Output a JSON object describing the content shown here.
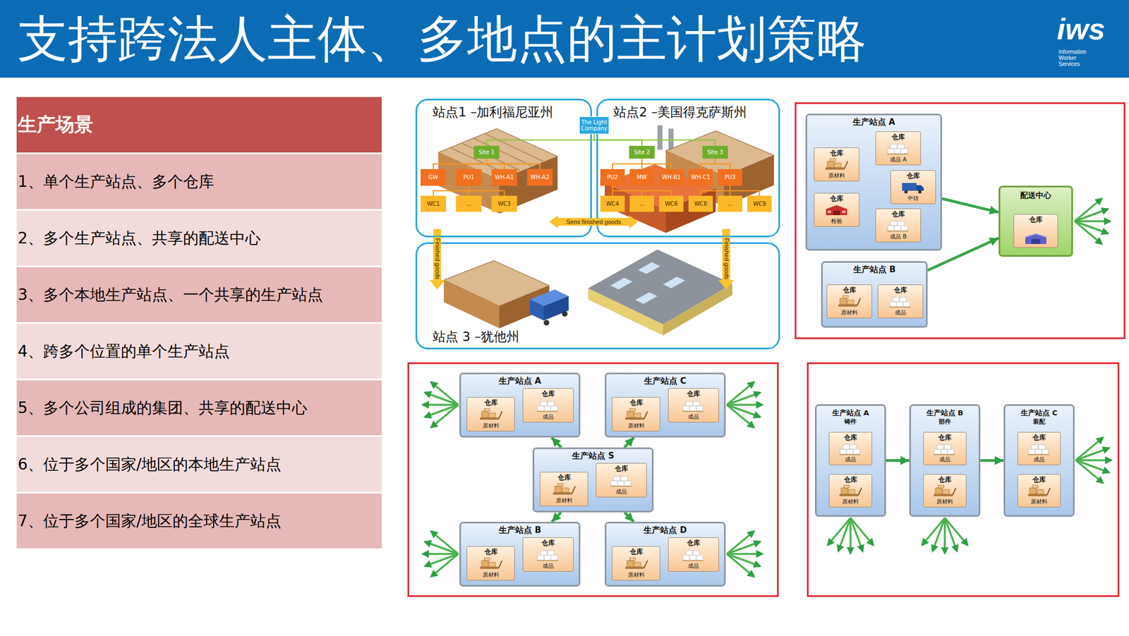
{
  "diagram": {
    "title": "支持跨法人主体、多地点的主计划策略",
    "nodes": [
      {
        "text": [
          "生产场景"
        ]
      },
      {
        "text": [
          "1、单个生产站点、多个仓库"
        ]
      },
      {
        "text": [
          "2、多个生产站点、共享的配送中心"
        ]
      },
      {
        "text": [
          "3、多个本地生产站点、一个共享的生产站点"
        ]
      },
      {
        "text": [
          "4、跨多个位置的单个生产站点"
        ]
      },
      {
        "text": [
          "5、多个公司组成的集团、共享的配送中心"
        ]
      },
      {
        "text": [
          "6、位于多个国家/地区的本地生产站点"
        ]
      },
      {
        "text": [
          "7、位于多个国家/地区的全球生产站点"
        ]
      },
      {
        "text": [
          "站点1 –加利福尼亚州"
        ]
      },
      {
        "text": [
          "站点2 –美国得克萨斯州"
        ]
      },
      {
        "text": [
          "The Light Company"
        ]
      },
      {
        "text": [
          "Site 1"
        ],
        "in": 8
      },
      {
        "text": [
          "Site 2"
        ],
        "in": 9
      },
      {
        "text": [
          "Site 3"
        ],
        "in": 9
      },
      {
        "text": [
          "GW"
        ],
        "in": 8
      },
      {
        "text": [
          "PU1"
        ],
        "in": 8
      },
      {
        "text": [
          "WH-A1"
        ],
        "in": 8
      },
      {
        "text": [
          "WH-A2"
        ],
        "in": 8
      },
      {
        "text": [
          "PU2"
        ],
        "in": 9
      },
      {
        "text": [
          "MW"
        ],
        "in": 9
      },
      {
        "text": [
          "WH-B1"
        ],
        "in": 9
      },
      {
        "text": [
          "WH-C1"
        ],
        "in": 9
      },
      {
        "text": [
          "PU3"
        ],
        "in": 9
      },
      {
        "text": [
          "WC1"
        ],
        "in": 8
      },
      {
        "text": [
          "..."
        ],
        "in": 8
      },
      {
        "text": [
          "WC3"
        ],
        "in": 8
      },
      {
        "text": [
          "WC4"
        ],
        "in": 9
      },
      {
        "text": [
          "..."
        ],
        "in": 9
      },
      {
        "text": [
          "WC6"
        ],
        "in": 9
      },
      {
        "text": [
          "WC8"
        ],
        "in": 9
      },
      {
        "text": [
          "..."
        ],
        "in": 9
      },
      {
        "text": [
          "WC9"
        ],
        "in": 9
      },
      {
        "text": [
          "站点 3 –犹他州"
        ]
      },
      {
        "text": [
          "生产站点 A"
        ]
      },
      {
        "text": [
          "仓库",
          "成品 A"
        ],
        "in": 33
      },
      {
        "text": [
          "仓库",
          "原材料"
        ],
        "in": 33
      },
      {
        "text": [
          "仓库",
          "中转"
        ],
        "in": 33
      },
      {
        "text": [
          "仓库",
          "检验"
        ],
        "in": 33
      },
      {
        "text": [
          "仓库",
          "成品 B"
        ],
        "in": 33
      },
      {
        "text": [
          "配送中心"
        ]
      },
      {
        "text": [
          "仓库"
        ],
        "in": 39
      },
      {
        "text": [
          "生产站点 B"
        ]
      },
      {
        "text": [
          "仓库",
          "原材料"
        ],
        "in": 41
      },
      {
        "text": [
          "仓库",
          "成品"
        ],
        "in": 41
      },
      {
        "text": [
          "生产站点 A"
        ]
      },
      {
        "text": [
          "仓库",
          "成品"
        ],
        "in": 44
      },
      {
        "text": [
          "仓库",
          "原材料"
        ],
        "in": 44
      },
      {
        "text": [
          "生产站点 C"
        ]
      },
      {
        "text": [
          "仓库",
          "成品"
        ],
        "in": 47
      },
      {
        "text": [
          "仓库",
          "原材料"
        ],
        "in": 47
      },
      {
        "text": [
          "生产站点 S"
        ]
      },
      {
        "text": [
          "仓库",
          "成品"
        ],
        "in": 50
      },
      {
        "text": [
          "仓库",
          "原材料"
        ],
        "in": 50
      },
      {
        "text": [
          "生产站点 B"
        ]
      },
      {
        "text": [
          "仓库",
          "成品"
        ],
        "in": 53
      },
      {
        "text": [
          "仓库",
          "原材料"
        ],
        "in": 53
      },
      {
        "text": [
          "生产站点 D"
        ]
      },
      {
        "text": [
          "仓库",
          "成品"
        ],
        "in": 56
      },
      {
        "text": [
          "仓库",
          "原材料"
        ],
        "in": 56
      },
      {
        "text": [
          "生产站点 A",
          "铸件"
        ]
      },
      {
        "text": [
          "仓库",
          "成品"
        ],
        "in": 59
      },
      {
        "text": [
          "仓库",
          "原材料"
        ],
        "in": 59
      },
      {
        "text": [
          "生产站点 B",
          "部件"
        ]
      },
      {
        "text": [
          "仓库",
          "成品"
        ],
        "in": 62
      },
      {
        "text": [
          "仓库",
          "原材料"
        ],
        "in": 62
      },
      {
        "text": [
          "生产站点 C",
          "装配"
        ]
      },
      {
        "text": [
          "仓库",
          "成品"
        ],
        "in": 65
      },
      {
        "text": [
          "仓库",
          "原材料"
        ],
        "in": 65
      }
    ],
    "edges": [
      {
        "from": 10,
        "to": 11,
        "arrow": "none"
      },
      {
        "from": 10,
        "to": 12,
        "arrow": "none"
      },
      {
        "from": 10,
        "to": 13,
        "arrow": "none"
      },
      {
        "from": 11,
        "to": 14,
        "arrow": "none"
      },
      {
        "from": 11,
        "to": 15,
        "arrow": "none"
      },
      {
        "from": 11,
        "to": 16,
        "arrow": "none"
      },
      {
        "from": 11,
        "to": 17,
        "arrow": "none"
      },
      {
        "from": 12,
        "to": 18,
        "arrow": "none"
      },
      {
        "from": 12,
        "to": 19,
        "arrow": "none"
      },
      {
        "from": 12,
        "to": 20,
        "arrow": "none"
      },
      {
        "from": 13,
        "to": 21,
        "arrow": "none"
      },
      {
        "from": 13,
        "to": 22,
        "arrow": "none"
      },
      {
        "from": 15,
        "to": 23,
        "arrow": "none"
      },
      {
        "from": 15,
        "to": 24,
        "arrow": "none"
      },
      {
        "from": 15,
        "to": 25,
        "arrow": "none"
      },
      {
        "from": 18,
        "to": 26,
        "arrow": "none"
      },
      {
        "from": 18,
        "to": 27,
        "arrow": "none"
      },
      {
        "from": 18,
        "to": 28,
        "arrow": "none"
      },
      {
        "from": 22,
        "to": 29,
        "arrow": "none"
      },
      {
        "from": 22,
        "to": 30,
        "arrow": "none"
      },
      {
        "from": 22,
        "to": 31,
        "arrow": "none"
      },
      {
        "from": 33,
        "to": 39,
        "arrow": "to"
      },
      {
        "from": 41,
        "to": 39,
        "arrow": "to"
      },
      {
        "from": 50,
        "to": 44,
        "arrow": "to"
      },
      {
        "from": 50,
        "to": 47,
        "arrow": "to"
      },
      {
        "from": 50,
        "to": 53,
        "arrow": "to"
      },
      {
        "from": 50,
        "to": 56,
        "arrow": "to"
      },
      {
        "from": 59,
        "to": 62,
        "arrow": "to"
      },
      {
        "from": 62,
        "to": 65,
        "arrow": "to"
      }
    ],
    "labels": [
      "iws",
      "Information Worker Services",
      "Semi finished goods",
      "Finished goods",
      "Finished goods"
    ]
  }
}
